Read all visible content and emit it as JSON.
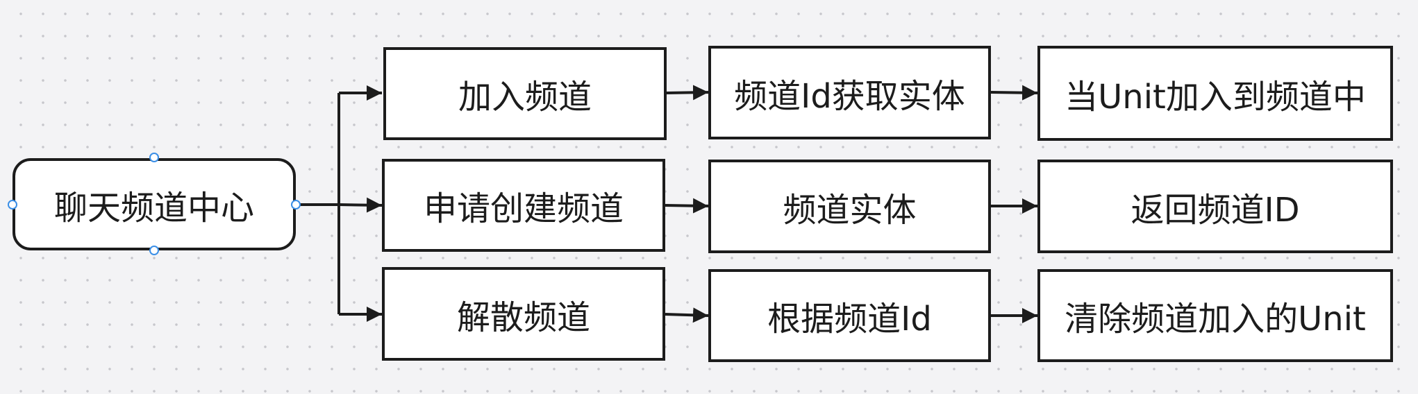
{
  "diagram": {
    "root": {
      "label": "聊天频道中心"
    },
    "rows": [
      {
        "steps": [
          "加入频道",
          "频道Id获取实体",
          "当Unit加入到频道中"
        ]
      },
      {
        "steps": [
          "申请创建频道",
          "频道实体",
          "返回频道ID"
        ]
      },
      {
        "steps": [
          "解散频道",
          "根据频道Id",
          "清除频道加入的Unit"
        ]
      }
    ]
  },
  "colors": {
    "background": "#f3f3f5",
    "node_border": "#1c1c1c",
    "node_fill": "#ffffff",
    "text": "#1c1c1c",
    "selection_handle": "#3a8ee6"
  }
}
